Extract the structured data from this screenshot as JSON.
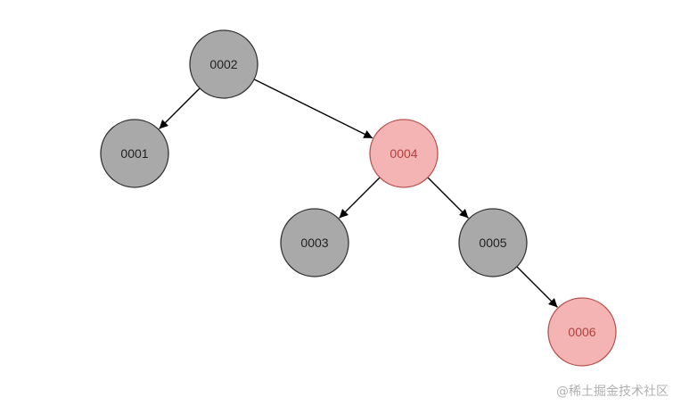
{
  "tree": {
    "nodes": [
      {
        "id": "0002",
        "label": "0002",
        "color": "black"
      },
      {
        "id": "0001",
        "label": "0001",
        "color": "black"
      },
      {
        "id": "0004",
        "label": "0004",
        "color": "red"
      },
      {
        "id": "0003",
        "label": "0003",
        "color": "black"
      },
      {
        "id": "0005",
        "label": "0005",
        "color": "black"
      },
      {
        "id": "0006",
        "label": "0006",
        "color": "red"
      }
    ],
    "edges": [
      {
        "from": "0002",
        "to": "0001"
      },
      {
        "from": "0002",
        "to": "0004"
      },
      {
        "from": "0004",
        "to": "0003"
      },
      {
        "from": "0004",
        "to": "0005"
      },
      {
        "from": "0005",
        "to": "0006"
      }
    ]
  },
  "colors": {
    "black_fill": "#a9a9a9",
    "black_stroke": "#333333",
    "black_text": "#222222",
    "red_fill": "#f4b4b4",
    "red_stroke": "#b85450",
    "red_text": "#b0413e"
  },
  "watermark": "@稀土掘金技术社区"
}
